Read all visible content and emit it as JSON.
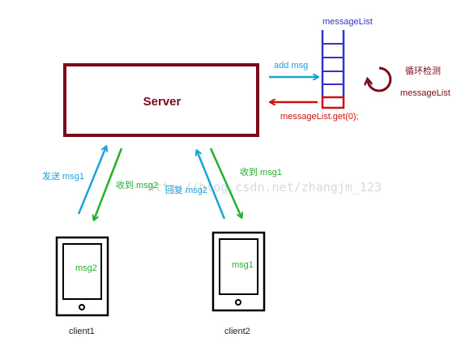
{
  "server": {
    "label": "Server"
  },
  "queue": {
    "title": "messageList",
    "add_label": "add msg",
    "get_label": "messageList.get(0);"
  },
  "loop": {
    "label_line1": "循环检测",
    "label_line2": "messageList"
  },
  "edges": {
    "send_msg1": "发送 msg1",
    "recv_msg2": "收到 msg2",
    "reply_msg2": "回复 msg2",
    "recv_msg1": "收到 msg1"
  },
  "devices": [
    {
      "name": "client1",
      "screen_text": "msg2"
    },
    {
      "name": "client2",
      "screen_text": "msg1"
    }
  ],
  "watermark": "http://blog.csdn.net/zhangjm_123",
  "colors": {
    "server": "#7a0a1a",
    "queue": "#3333cc",
    "queue_head": "#cc1111",
    "blue_arrow": "#1aa3d9",
    "green_arrow": "#22b030",
    "red_arrow": "#cc1111",
    "loop": "#7a0a1a",
    "text": "#222222"
  }
}
